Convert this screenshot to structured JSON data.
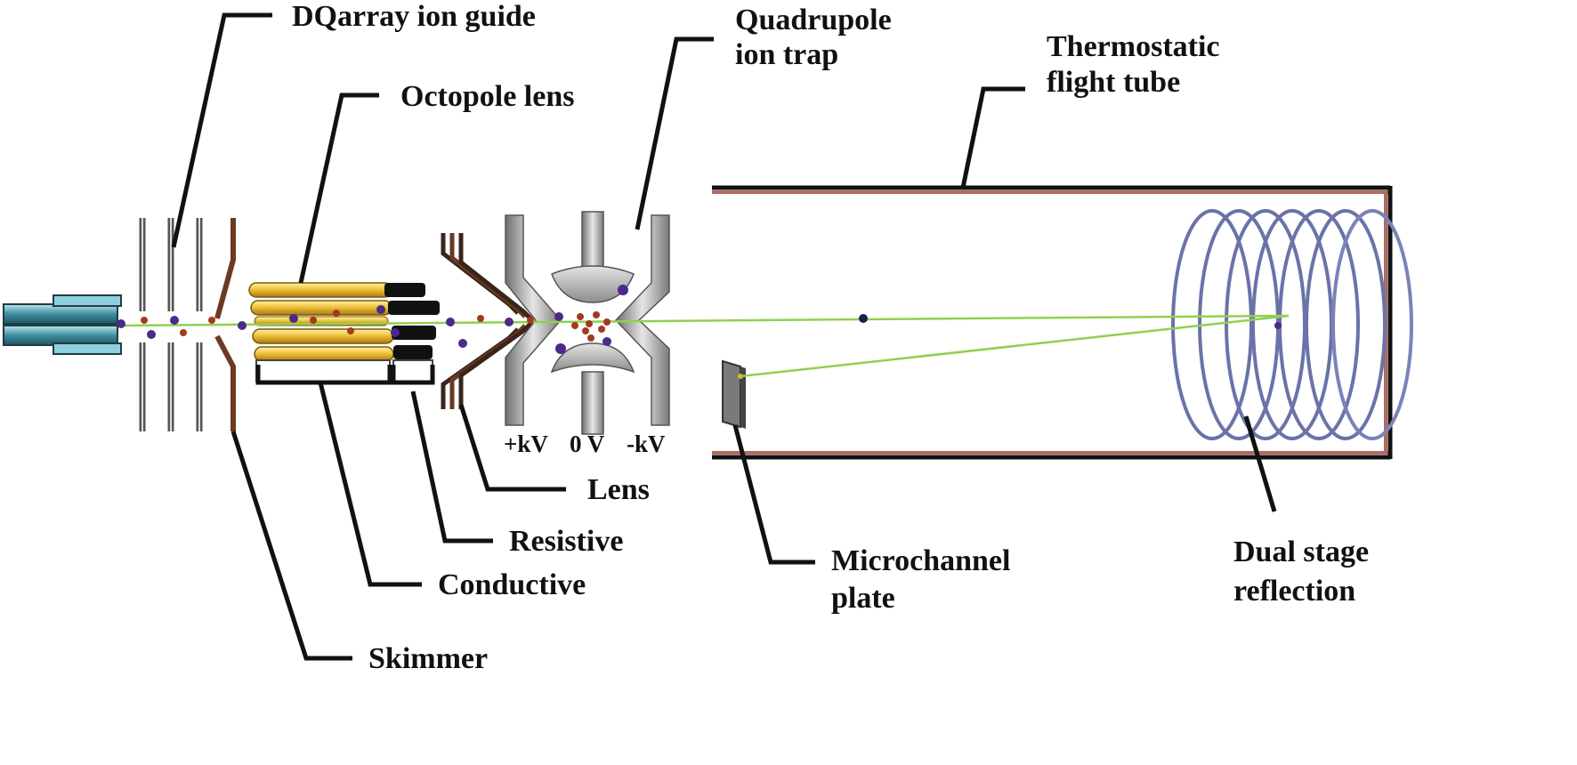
{
  "labels": {
    "dqarray": "DQarray ion guide",
    "quadrupole_line1": "Quadrupole",
    "quadrupole_line2": "ion trap",
    "thermostatic_line1": "Thermostatic",
    "thermostatic_line2": "flight tube",
    "octopole": "Octopole lens",
    "lens": "Lens",
    "resistive": "Resistive",
    "conductive": "Conductive",
    "skimmer": "Skimmer",
    "microchannel_line1": "Microchannel",
    "microchannel_line2": "plate",
    "dualstage_line1": "Dual stage",
    "dualstage_line2": "reflection"
  },
  "voltages": {
    "plus": "+kV",
    "zero": "0 V",
    "minus": "-kV"
  },
  "colors": {
    "ion_beam": "#8fd14f",
    "octopole_gold": "#e8b923",
    "tube_brown": "#8b3a2b",
    "coil_blue": "#6a73a8",
    "plate_gray": "#9a9a9a",
    "ion_purple": "#4b2a8a",
    "ion_red": "#a33a1e",
    "source_teal": "#3a8a9a"
  }
}
